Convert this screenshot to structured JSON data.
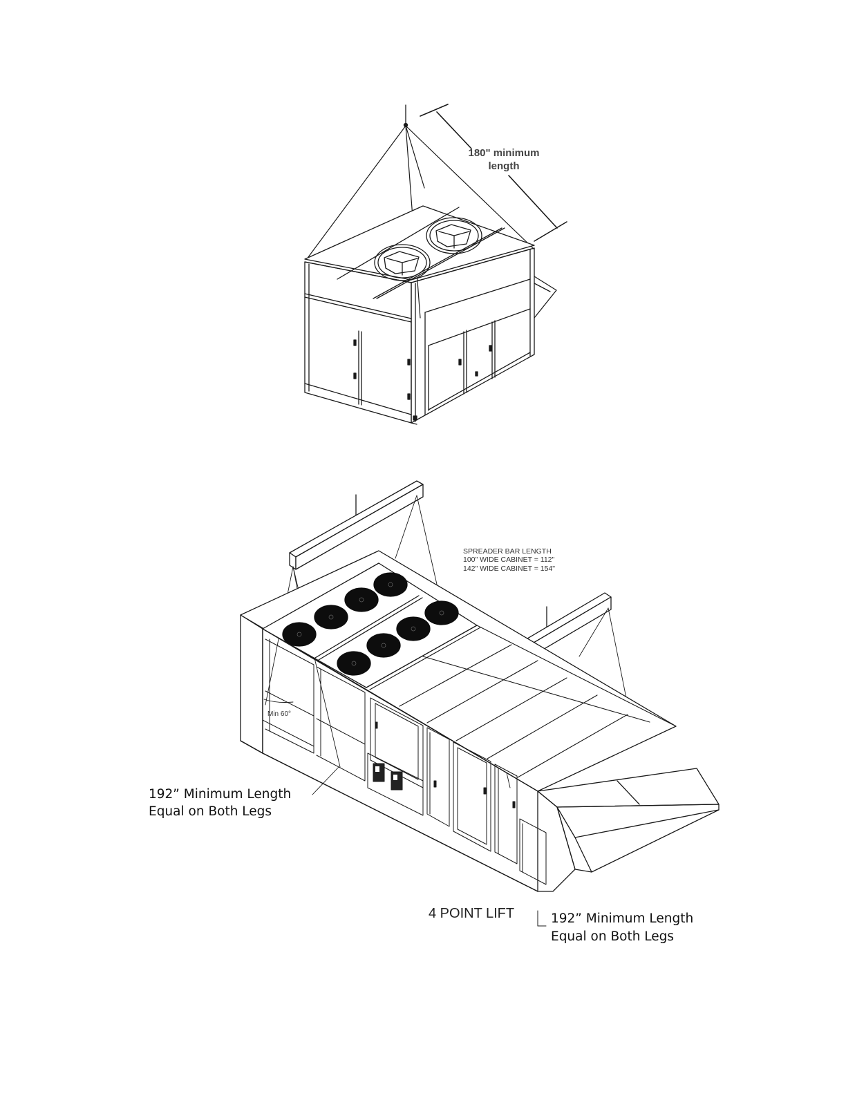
{
  "top_figure": {
    "dimension_label_line1": "180\" minimum",
    "dimension_label_line2": "length"
  },
  "bottom_figure": {
    "spreader_note": {
      "line1": "SPREADER BAR LENGTH",
      "line2": "100\" WIDE CABINET = 112\"",
      "line3": "142\" WIDE CABINET = 154\""
    },
    "angle_label": "Min 60°",
    "callout_left": {
      "line1": "192” Minimum Length",
      "line2": "Equal on Both Legs"
    },
    "callout_right": {
      "line1": "192” Minimum Length",
      "line2": "Equal on Both Legs"
    },
    "lift_caption": "4 POINT LIFT"
  }
}
